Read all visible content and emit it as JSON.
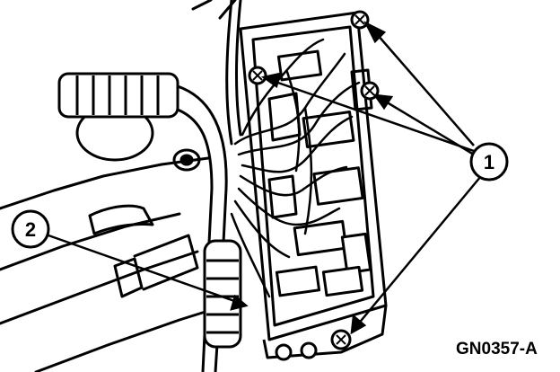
{
  "figure": {
    "code": "GN0357-A"
  },
  "callouts": [
    {
      "number": "1",
      "label": ""
    },
    {
      "number": "2",
      "label": ""
    }
  ],
  "colors": {
    "line": "#000000",
    "background": "#ffffff"
  }
}
